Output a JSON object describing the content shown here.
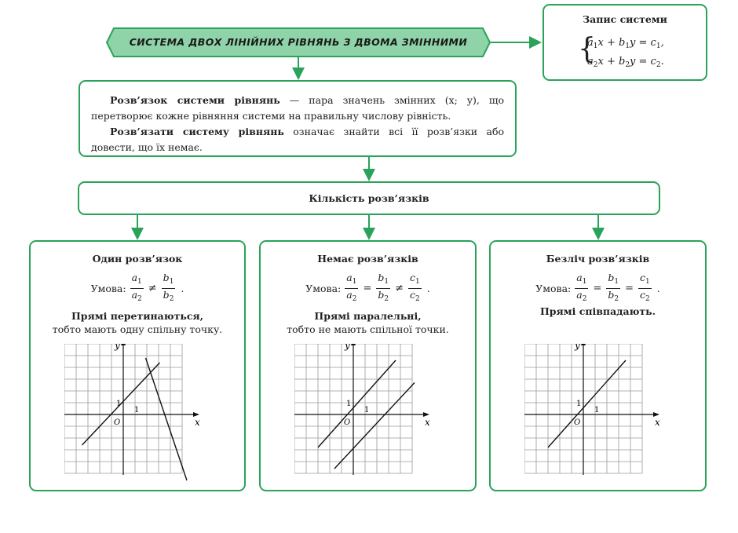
{
  "title": "СИСТЕМА ДВОХ ЛІНІЙНИХ РІВНЯНЬ З ДВОМА ЗМІННИМИ",
  "record": {
    "heading": "Запис системи",
    "eq1": [
      "a",
      "1",
      "x + b",
      "1",
      "y = c",
      "1",
      ","
    ],
    "eq2": [
      "a",
      "2",
      "x + b",
      "2",
      "y = c",
      "2",
      "."
    ]
  },
  "definition": {
    "term1": "Розв’язок системи рівнянь",
    "text1": " — пара значень змінних (x; y), що перетворює кожне рівняння системи на правильну числову рівність.",
    "term2": "Розв’язати систему рівнянь",
    "text2": " означає знайти всі її розв’язки або довести, що їх немає."
  },
  "count_label": "Кількість розв’язків",
  "cards": [
    {
      "title": "Один розв’язок",
      "cond_label": "Умова:",
      "ops": [
        "≠"
      ],
      "line1": "Прямі перетинаються,",
      "line2": "тобто мають одну спільну точку."
    },
    {
      "title": "Немає розв’язків",
      "cond_label": "Умова:",
      "ops": [
        "=",
        "≠"
      ],
      "line1": "Прямі паралельні,",
      "line2": "тобто не мають спільної точки."
    },
    {
      "title": "Безліч розв’язків",
      "cond_label": "Умова:",
      "ops": [
        "=",
        "="
      ],
      "line1": "Прямі співпадають.",
      "line2": ""
    }
  ],
  "frac": {
    "a1": "a",
    "a2": "a",
    "b1": "b",
    "b2": "b",
    "c1": "c",
    "c2": "c",
    "s1": "1",
    "s2": "2"
  },
  "axes": {
    "x": "x",
    "y": "y",
    "origin": "O",
    "unit": "1"
  },
  "colors": {
    "border": "#2aa35a",
    "banner_fill": "#8fd3a8",
    "grid": "#9a9a9a",
    "line": "#111111"
  }
}
